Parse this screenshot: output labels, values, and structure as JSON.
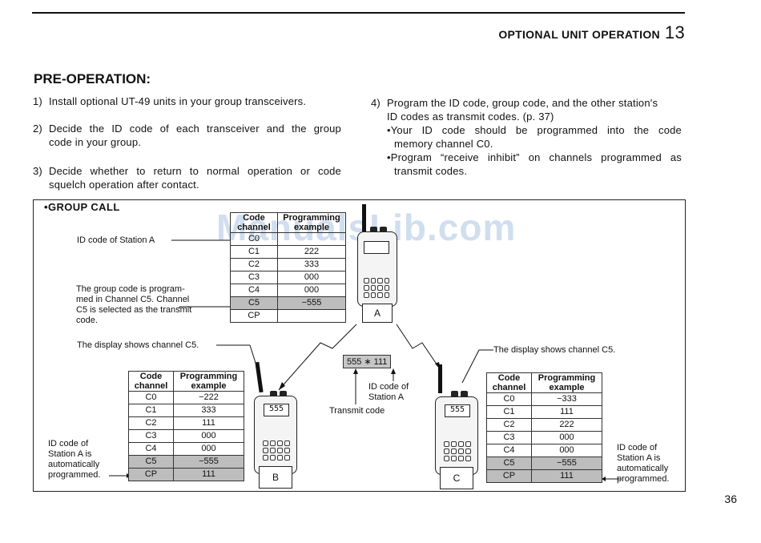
{
  "header": {
    "title": "OPTIONAL UNIT OPERATION",
    "chapter": "13"
  },
  "section_title": "PRE-OPERATION:",
  "steps_left": [
    {
      "num": "1)",
      "text": "Install optional UT-49 units in your group transceivers."
    },
    {
      "num": "2)",
      "line1": "Decide the ID code of each transceiver and the group",
      "line2": "code in your group."
    },
    {
      "num": "3)",
      "line1": "Decide whether to return to normal operation or code",
      "line2": "squelch operation after contact."
    }
  ],
  "step4": {
    "num": "4)",
    "line1": "Program the ID code, group code, and the other station's",
    "line2": "ID codes as transmit codes.  (p. 37)",
    "bullet1_line1": "•Your ID code should be programmed into the code",
    "bullet1_line2": "memory channel C0.",
    "bullet2_line1": "•Program “receive inhibit” on channels programmed as",
    "bullet2_line2": "transmit codes."
  },
  "group_call_title": "•GROUP CALL",
  "labels": {
    "id_code_a": "ID code of Station A",
    "group_code_1": "The group code is program-",
    "group_code_2": "med in Channel C5.  Channel",
    "group_code_3": "C5 is selected as the transmit",
    "group_code_4": "code.",
    "display_left": "The display shows channel C5.",
    "display_right": "The display shows channel C5.",
    "center_id_1": "ID code of",
    "center_id_2": "Station A",
    "transmit_code": "Transmit code",
    "transmit_display": "555 ∗ 111",
    "auto_left_1": "ID code of",
    "auto_left_2": "Station A is",
    "auto_left_3": "automatically",
    "auto_left_4": "programmed.",
    "auto_right_1": "ID code of",
    "auto_right_2": "Station A is",
    "auto_right_3": "automatically",
    "auto_right_4": "programmed."
  },
  "table_headers": {
    "col1_a": "Code",
    "col1_b": "channel",
    "col2_a": "Programming",
    "col2_b": "example"
  },
  "table_a": {
    "head1": "Code channel",
    "head2": "Programming example",
    "rows": [
      {
        "ch": "C0",
        "val": ""
      },
      {
        "ch": "C1",
        "val": "222"
      },
      {
        "ch": "C2",
        "val": "333"
      },
      {
        "ch": "C3",
        "val": "000"
      },
      {
        "ch": "C4",
        "val": "000"
      },
      {
        "ch": "C5",
        "val": "−555"
      },
      {
        "ch": "CP",
        "val": ""
      }
    ]
  },
  "table_b": {
    "rows": [
      {
        "ch": "C0",
        "val": "−222"
      },
      {
        "ch": "C1",
        "val": "333"
      },
      {
        "ch": "C2",
        "val": "111"
      },
      {
        "ch": "C3",
        "val": "000"
      },
      {
        "ch": "C4",
        "val": "000"
      },
      {
        "ch": "C5",
        "val": "−555"
      },
      {
        "ch": "CP",
        "val": "111"
      }
    ]
  },
  "table_c": {
    "rows": [
      {
        "ch": "C0",
        "val": "−333"
      },
      {
        "ch": "C1",
        "val": "111"
      },
      {
        "ch": "C2",
        "val": "222"
      },
      {
        "ch": "C3",
        "val": "000"
      },
      {
        "ch": "C4",
        "val": "000"
      },
      {
        "ch": "C5",
        "val": "−555"
      },
      {
        "ch": "CP",
        "val": "111"
      }
    ]
  },
  "radios": {
    "a": "A",
    "b": "B",
    "c": "C",
    "display_b": "555",
    "display_c": "555"
  },
  "watermark": "ManualsLib.com",
  "page_number": "36"
}
